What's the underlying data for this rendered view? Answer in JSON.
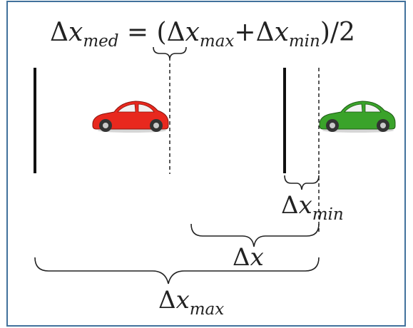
{
  "equation": {
    "lhs_delta": "Δ",
    "lhs_var": "x",
    "lhs_sub": "med",
    "eq": " = (",
    "d1": "Δ",
    "v1": "x",
    "s1": "max",
    "plus": "+",
    "d2": "Δ",
    "v2": "x",
    "s2": "min",
    "tail": ")/2"
  },
  "labels": {
    "dx_min": {
      "delta": "Δ",
      "var": "x",
      "sub": "min"
    },
    "dx": {
      "delta": "Δ",
      "var": "x"
    },
    "dx_max": {
      "delta": "Δ",
      "var": "x",
      "sub": "max"
    }
  },
  "colors": {
    "frame": "#41719c",
    "line": "#111111",
    "red_car": "#e8281e",
    "green_car": "#3aa32a"
  }
}
